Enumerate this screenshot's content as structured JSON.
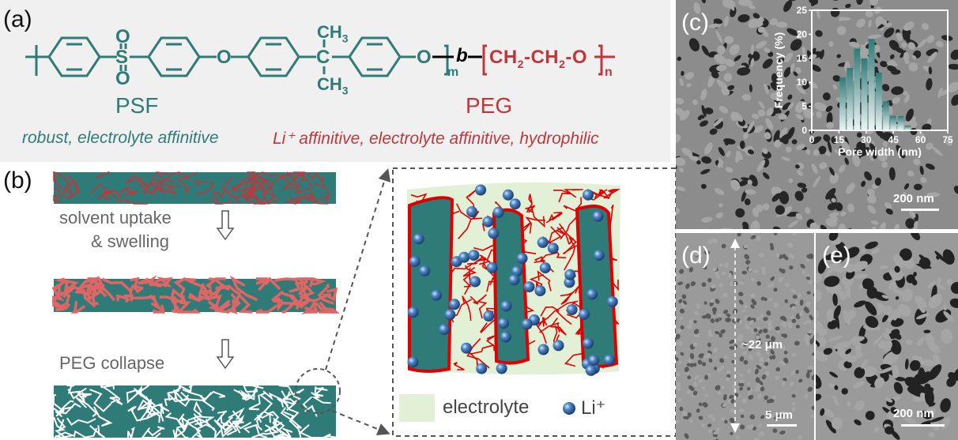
{
  "panel_labels": {
    "a": "(a)",
    "b": "(b)",
    "c": "(c)",
    "d": "(d)",
    "e": "(e)"
  },
  "structure": {
    "sulfonyl_o": "O",
    "sulfur": "S",
    "ether_o": "O",
    "ch3_top": "CH3",
    "ch3_bottom": "CH3",
    "carbon": "C",
    "end_o": "O",
    "subscript_m": "m",
    "block": "b",
    "peg_unit": "CH2-CH2-O",
    "subscript_n": "n"
  },
  "psf": {
    "name": "PSF",
    "description": "robust, electrolyte affinitive"
  },
  "peg": {
    "name": "PEG",
    "description": "Li⁺ affinitive, electrolyte affinitive, hydrophilic"
  },
  "panel_b": {
    "step1": "solvent uptake",
    "step1b": "& swelling",
    "step2": "PEG collapse",
    "legend_electrolyte": "electrolyte",
    "legend_li": "Li⁺"
  },
  "colors": {
    "psf": "#2e7b78",
    "peg": "#c0373b",
    "electrolyte": "#e2f0d6",
    "background": "#f0f0f0"
  },
  "sem": {
    "c_scale": "200 nm",
    "d_scale": "5 μm",
    "d_thickness": "~22 μm",
    "e_scale": "200 nm"
  },
  "chart_data": {
    "type": "bar",
    "title": "",
    "xlabel": "Pore width (nm)",
    "ylabel": "Frequency (%)",
    "xlim": [
      0,
      75
    ],
    "ylim": [
      0,
      25
    ],
    "xticks": [
      0,
      15,
      30,
      45,
      60,
      75
    ],
    "yticks": [
      0,
      5,
      10,
      15,
      20,
      25
    ],
    "bin_width": 4,
    "x": [
      17,
      21,
      25,
      29,
      33,
      37,
      41,
      45,
      49,
      53
    ],
    "values": [
      11,
      13,
      17,
      15,
      19,
      12,
      6,
      3,
      3,
      1
    ],
    "grid": false
  }
}
